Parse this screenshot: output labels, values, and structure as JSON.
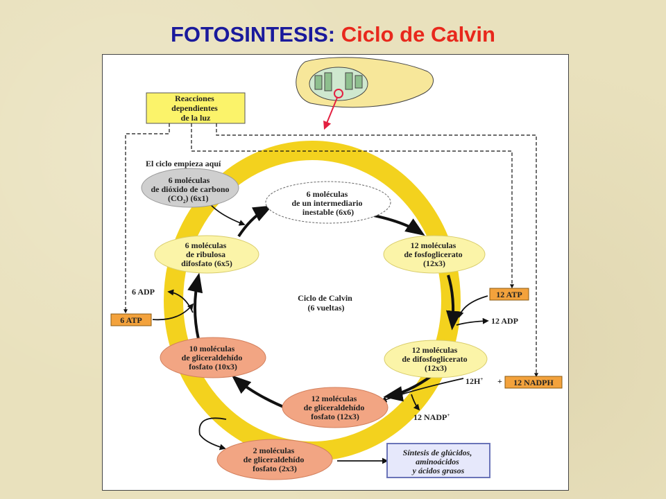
{
  "title": {
    "main": "FOTOSINTESIS:",
    "sub": "Ciclo de Calvin"
  },
  "colors": {
    "title_main": "#1a1a9c",
    "title_sub": "#e8281c",
    "ring": "#f3d21e",
    "arrow": "#111111",
    "ellipse_yellow": "#fbf4a8",
    "ellipse_salmon": "#f2a583",
    "ellipse_gray": "#cfcfcf",
    "box_yellow": "#fbf36a",
    "box_orange": "#f3a23c",
    "box_blue": "#e6e8fb",
    "pointer": "#e32040"
  },
  "diagram": {
    "light_reactions": [
      "Reacciones",
      "dependientes",
      "de la luz"
    ],
    "cycle_start": "El ciclo empieza aquí",
    "co2": [
      "6 moléculas",
      "de dióxido de carbono",
      "(CO",
      "2",
      ") (6x1)"
    ],
    "intermediate": [
      "6 moléculas",
      "de un intermediario",
      "inestable (6x6)"
    ],
    "pga": [
      "12 moléculas",
      "de  fosfoglicerato",
      "(12x3)"
    ],
    "dpga": [
      "12 moléculas",
      "de difosfoglicerato",
      "(12x3)"
    ],
    "g3p_12": [
      "12 moléculas",
      "de gliceraldehído",
      "fosfato (12x3)"
    ],
    "g3p_10": [
      "10 moléculas",
      "de gliceraldehído",
      "fosfato (10x3)"
    ],
    "rudp": [
      "6 moléculas",
      "de ribulosa",
      "difosfato (6x5)"
    ],
    "g3p_2": [
      "2 moléculas",
      "de gliceraldehído",
      "fosfato (2x3)"
    ],
    "synthesis": [
      "Síntesis de glúcidos,",
      "aminoácidos",
      "y ácidos grasos"
    ],
    "center": [
      "Ciclo de Calvin",
      "(6 vueltas)"
    ],
    "atp12": "12 ATP",
    "adp12": "12 ADP",
    "atp6": "6 ATP",
    "adp6": "6 ADP",
    "nadph12": "12 NADPH",
    "h12": "12H",
    "h_sup": "+",
    "plus": "+",
    "nadp12": "12 NADP",
    "nadp_sup": "+"
  }
}
